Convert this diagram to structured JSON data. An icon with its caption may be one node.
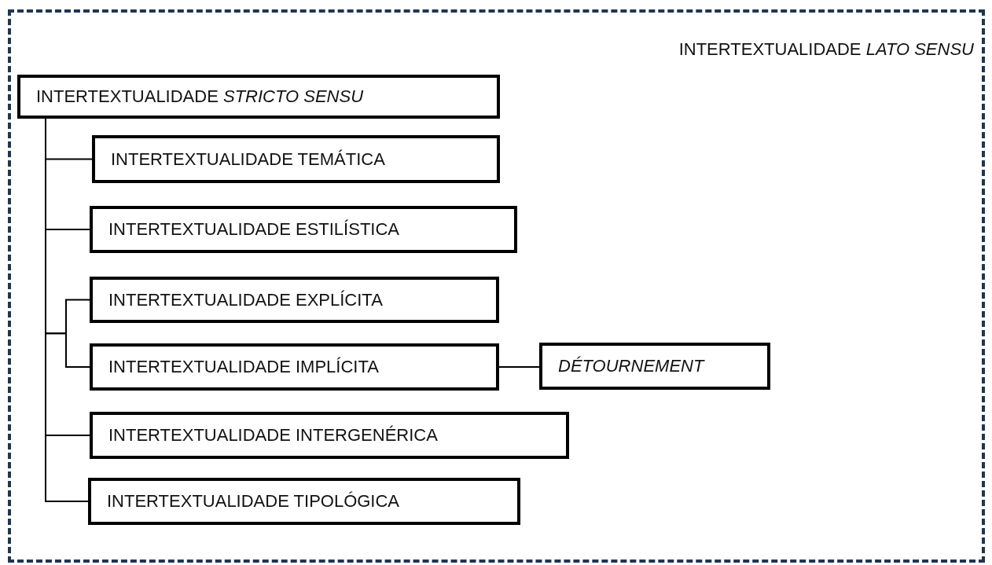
{
  "diagram": {
    "nodes": [
      {
        "text": [
          "INTERTEXTUALIDADE *LATO SENSU*"
        ]
      },
      {
        "text": [
          "INTERTEXTUALIDADE *STRICTO SENSU*"
        ],
        "in": 0
      },
      {
        "text": [
          "INTERTEXTUALIDADE TEMÁTICA"
        ],
        "in": 0
      },
      {
        "text": [
          "INTERTEXTUALIDADE ESTILÍSTICA"
        ],
        "in": 0
      },
      {
        "text": [
          "INTERTEXTUALIDADE EXPLÍCITA"
        ],
        "in": 0
      },
      {
        "text": [
          "INTERTEXTUALIDADE IMPLÍCITA"
        ],
        "in": 0
      },
      {
        "text": [
          "INTERTEXTUALIDADE INTERGENÉRICA"
        ],
        "in": 0
      },
      {
        "text": [
          "INTERTEXTUALIDADE TIPOLÓGICA"
        ],
        "in": 0
      },
      {
        "text": [
          "DÉTOURNEMENT"
        ],
        "in": 0
      }
    ],
    "edges": [
      {
        "from": 1,
        "to": 2,
        "arrow": "none"
      },
      {
        "from": 1,
        "to": 3,
        "arrow": "none"
      },
      {
        "from": 1,
        "to": 4,
        "arrow": "none"
      },
      {
        "from": 1,
        "to": 5,
        "arrow": "none"
      },
      {
        "from": 1,
        "to": 6,
        "arrow": "none"
      },
      {
        "from": 1,
        "to": 7,
        "arrow": "none"
      },
      {
        "from": 5,
        "to": 8,
        "arrow": "none"
      }
    ]
  }
}
